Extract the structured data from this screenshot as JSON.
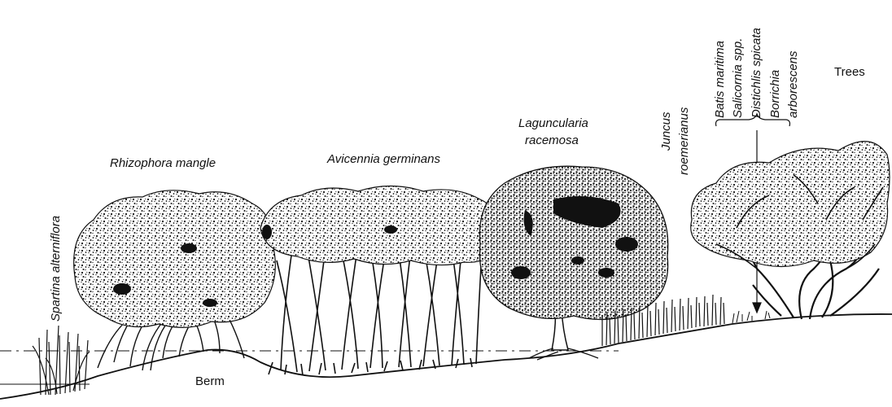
{
  "labels": {
    "spartina": "Spartina alterniflora",
    "rhizophora": "Rhizophora mangle",
    "avicennia": "Avicennia germinans",
    "laguncularia_1": "Laguncularia",
    "laguncularia_2": "racemosa",
    "juncus_1": "Juncus",
    "juncus_2": "roemerianus",
    "batis": "Batis maritima",
    "salicornia": "Salicornia spp.",
    "distichlis": "Distichlis spicata",
    "borrichia_1": "Borrichia",
    "borrichia_2": "arborescens",
    "trees": "Trees",
    "berm": "Berm"
  },
  "colors": {
    "ink": "#111111",
    "background": "#ffffff"
  }
}
